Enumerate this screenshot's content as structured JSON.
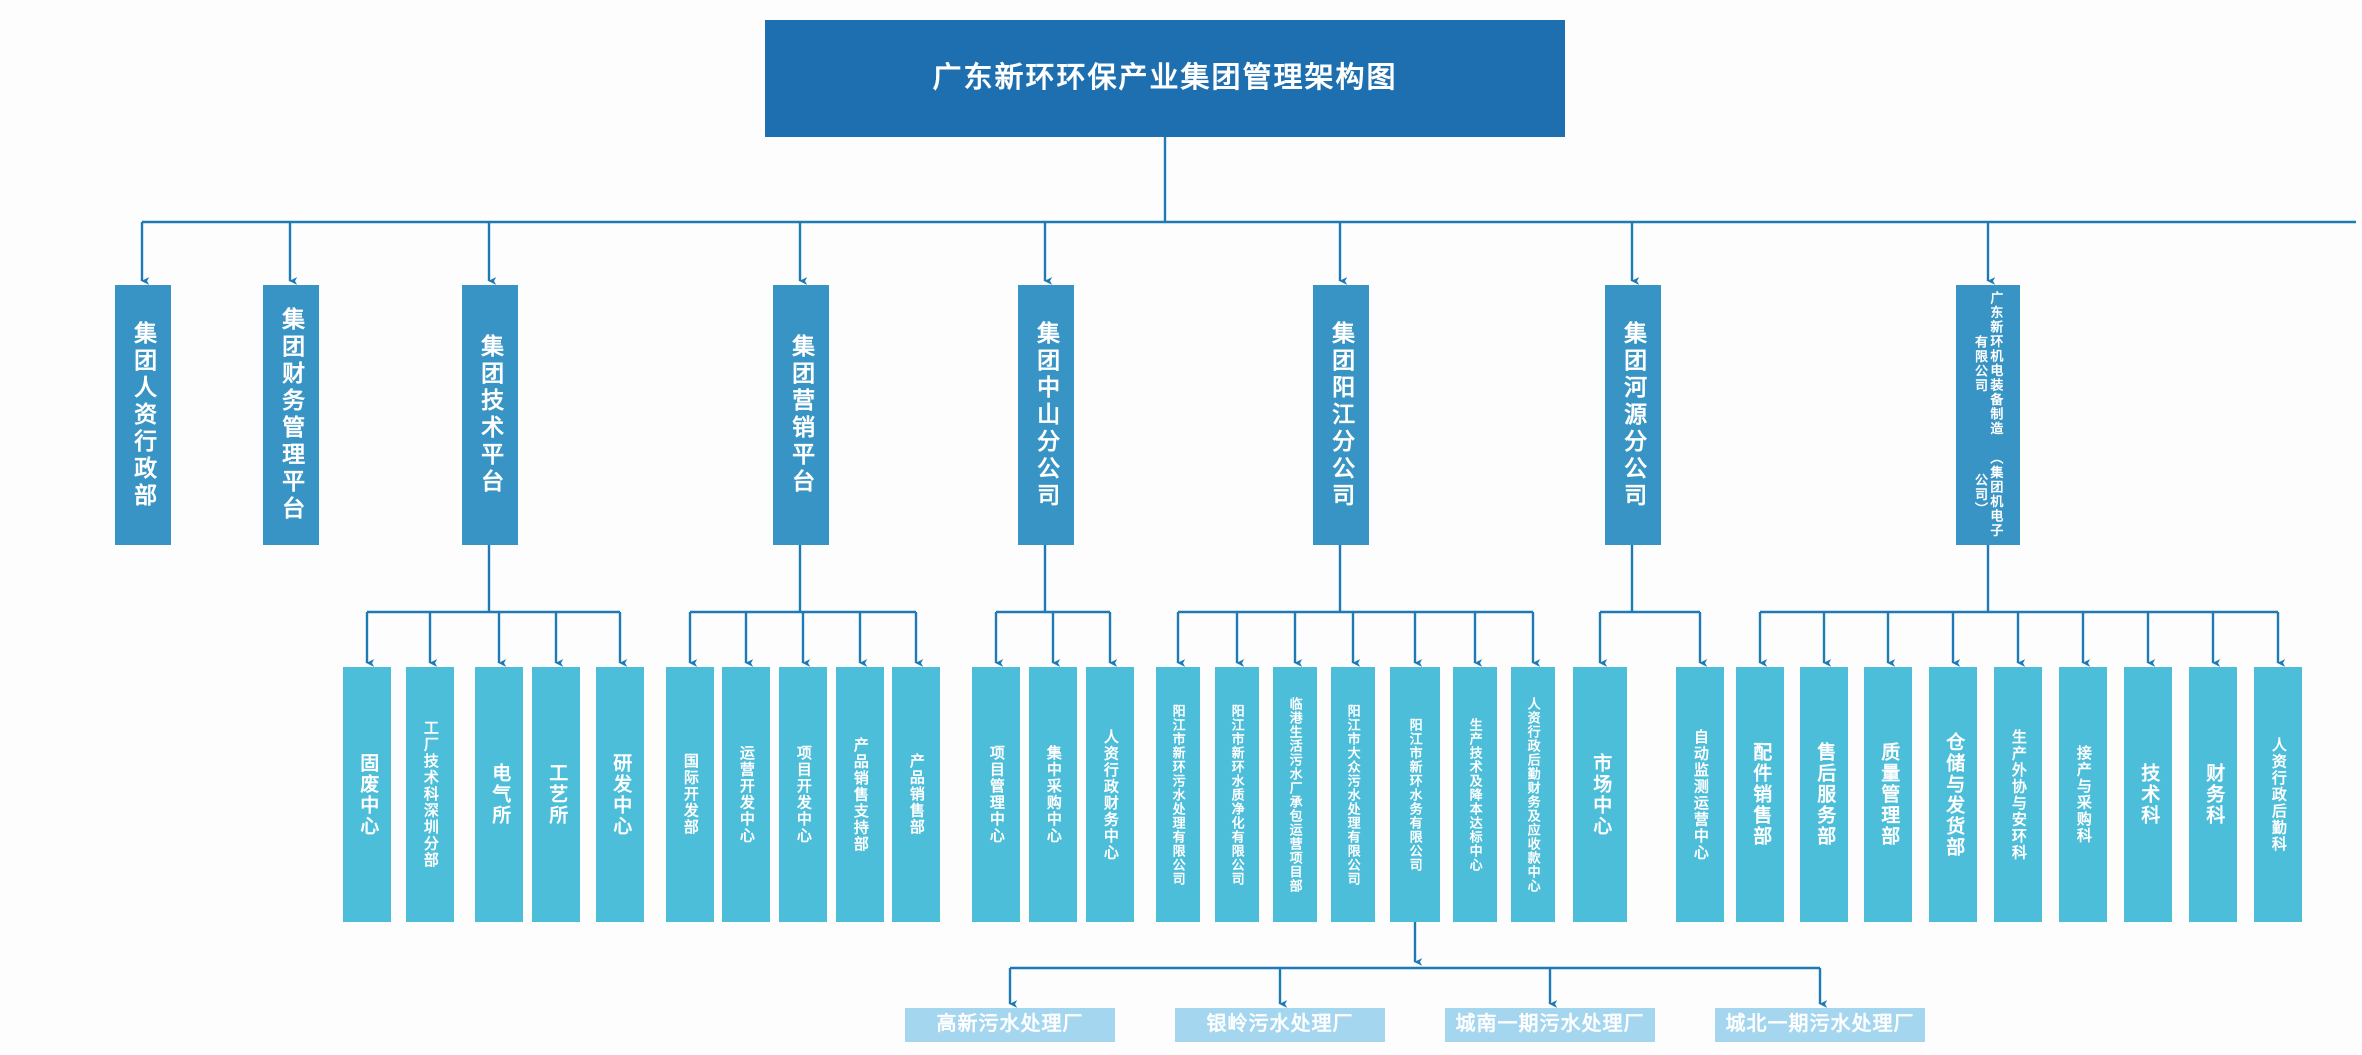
{
  "chart_data": {
    "type": "diagram",
    "diagram_kind": "organization-chart",
    "title": "广东新环环保产业集团管理架构图",
    "orientation": "top-down",
    "levels": 4,
    "colors": {
      "title_box": "#1d6fb0",
      "level2_box": "#3794c4",
      "level3_box": "#4cbed9",
      "level4_box": "#a5d6ef",
      "connector": "#1d7ab5",
      "text": "#ffffff",
      "background": "#fdfdfd"
    }
  },
  "title": {
    "label": "广东新环环保产业集团管理架构图"
  },
  "level2": [
    {
      "id": "hr",
      "label": "集团人资行政部",
      "children_count": 0
    },
    {
      "id": "fin",
      "label": "集团财务管理平台",
      "children_count": 0
    },
    {
      "id": "tech",
      "label": "集团技术平台",
      "children_count": 5
    },
    {
      "id": "mkt",
      "label": "集团营销平台",
      "children_count": 5
    },
    {
      "id": "zhongshan",
      "label": "集团中山分公司",
      "children_count": 3
    },
    {
      "id": "yangjiang",
      "label": "集团阳江分公司",
      "children_count": 7
    },
    {
      "id": "heyuan",
      "label": "集团河源分公司",
      "children_count": 2
    },
    {
      "id": "electro",
      "label": "广东新环机电装备制造有限公司",
      "label2": "（集团机电子公司）",
      "children_count": 9
    }
  ],
  "level3": {
    "tech": [
      "固废中心",
      "工厂技术科深圳分部",
      "电气所",
      "工艺所",
      "研发中心"
    ],
    "mkt": [
      "国际开发部",
      "运营开发中心",
      "项目开发中心",
      "产品销售支持部",
      "产品销售部"
    ],
    "zhongshan": [
      "项目管理中心",
      "集中采购中心",
      "人资行政财务中心"
    ],
    "yangjiang": [
      "阳江市新环污水处理有限公司",
      "阳江市新环水质净化有限公司",
      "临港生活污水厂承包运营项目部",
      "阳江市大众污水处理有限公司",
      "阳江市新环水务有限公司",
      "生产技术及降本达标中心",
      "人资行政后勤财务及应收款中心"
    ],
    "heyuan": [
      "市场中心",
      "自动监测运营中心"
    ],
    "electro": [
      "配件销售部",
      "售后服务部",
      "质量管理部",
      "仓储与发货部",
      "生产外协与安环科",
      "接产与采购科",
      "技术科",
      "财务科",
      "人资行政后勤科"
    ]
  },
  "level4": {
    "parent": "阳江市新环水务有限公司",
    "items": [
      "高新污水处理厂",
      "银岭污水处理厂",
      "城南一期污水处理厂",
      "城北一期污水处理厂"
    ]
  }
}
